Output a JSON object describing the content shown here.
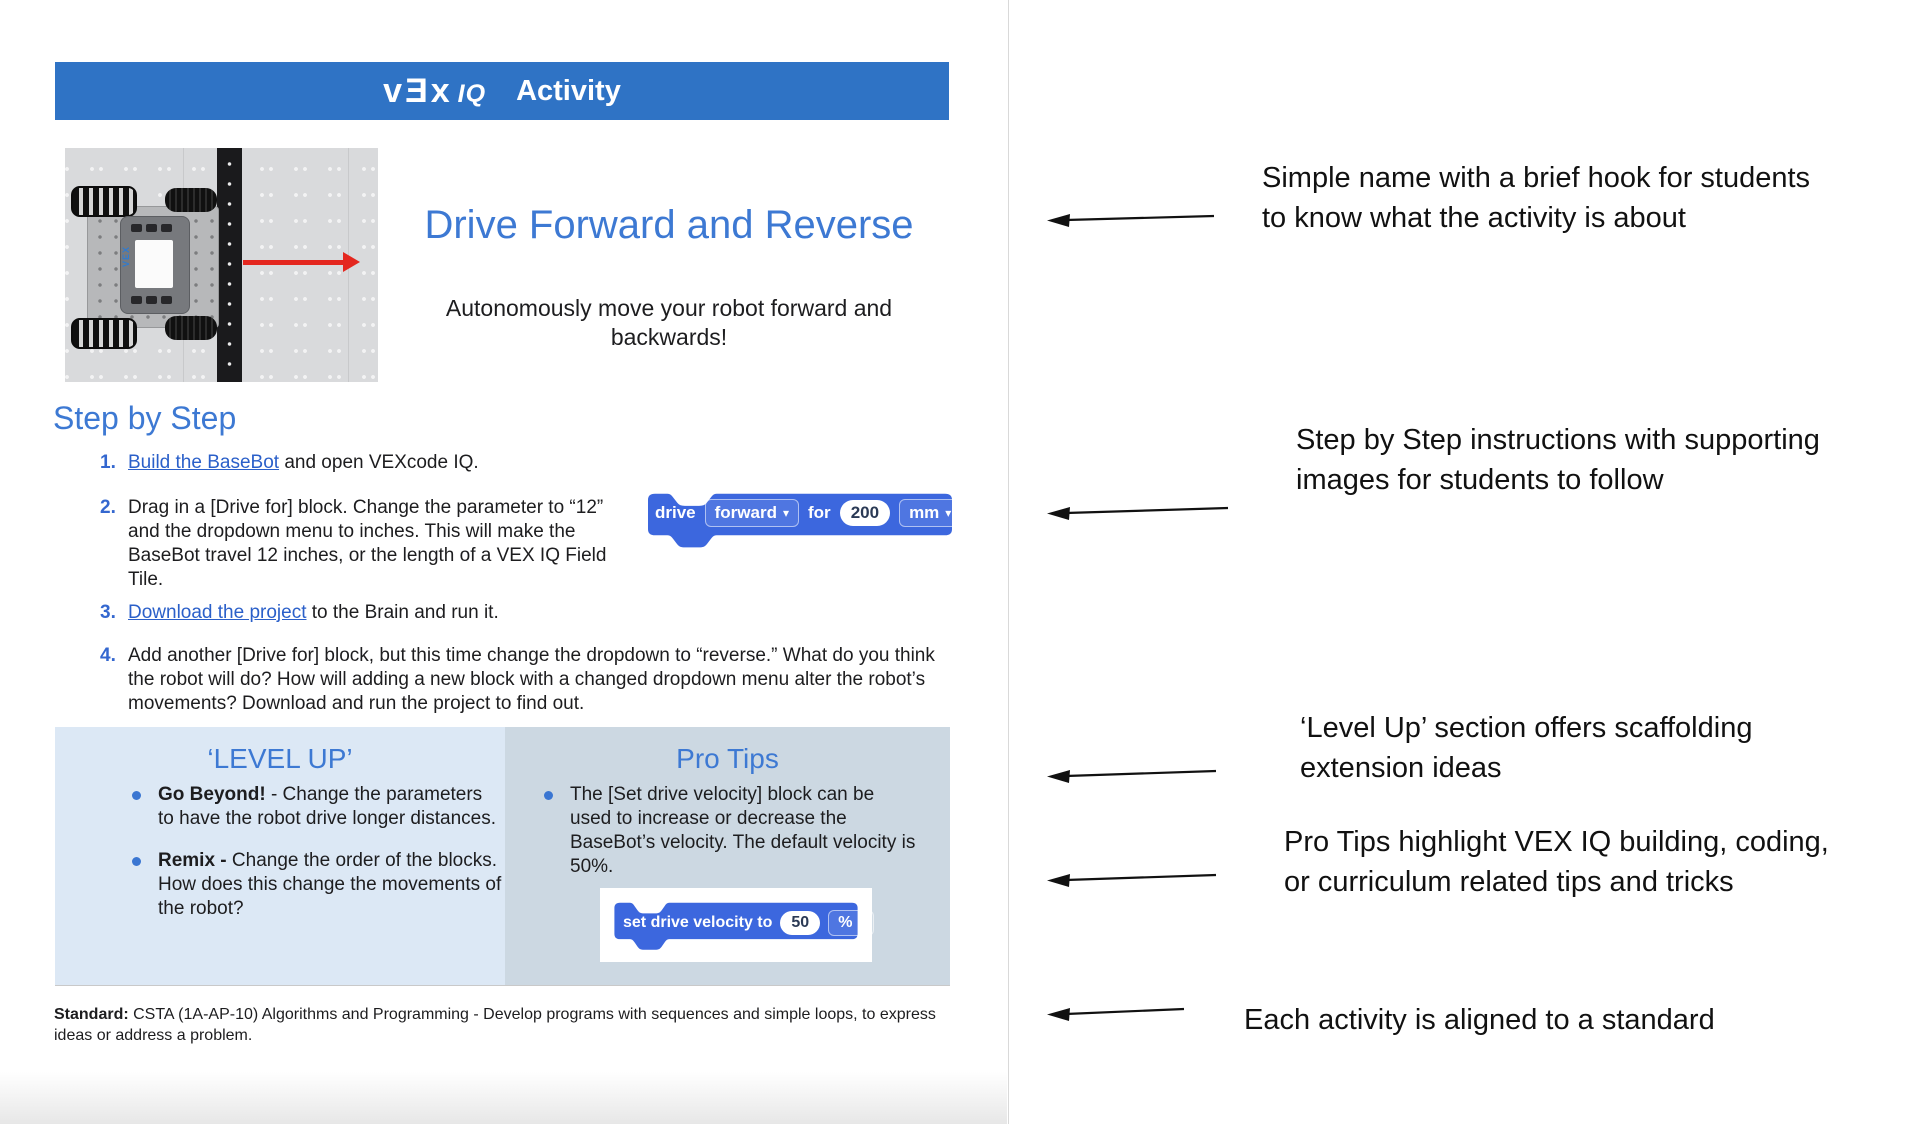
{
  "page": {
    "banner": {
      "logo_vex": "vƎx",
      "logo_iq": "IQ",
      "label": "Activity"
    },
    "hero": {
      "title": "Drive Forward and Reverse",
      "subtitle": "Autonomously move your robot forward and backwards!",
      "brain_label": "VEX"
    },
    "steps": {
      "heading": "Step by Step",
      "items": [
        {
          "num": "1.",
          "link": "Build the BaseBot",
          "text": " and open VEXcode IQ."
        },
        {
          "num": "2.",
          "link": "",
          "text": "Drag in a [Drive for] block. Change the parameter to “12” and the dropdown menu to inches. This will make the BaseBot travel 12 inches, or the length of a VEX IQ Field Tile."
        },
        {
          "num": "3.",
          "link": "Download the project",
          "text": " to the Brain and run it."
        },
        {
          "num": "4.",
          "link": "",
          "text": "Add another [Drive for] block, but this time change the dropdown to “reverse.” What do you think the robot will do? How will adding a new block with a changed dropdown menu alter the robot’s movements? Download and run the project to find out."
        }
      ]
    },
    "drive_block": {
      "label_drive": "drive",
      "direction": "forward",
      "label_for": "for",
      "distance": "200",
      "unit": "mm",
      "caret": "▾",
      "play": "▶"
    },
    "level_up": {
      "title": "‘LEVEL UP’",
      "bullets": [
        {
          "lead": "Go Beyond!",
          "text": " - Change the parameters to have the robot drive longer distances."
        },
        {
          "lead": "Remix -",
          "text": " Change the order of the blocks. How does this change the movements of the robot?"
        }
      ]
    },
    "pro_tips": {
      "title": "Pro Tips",
      "bullet": "The [Set drive velocity] block can be used to increase or decrease the BaseBot’s velocity. The default velocity is 50%.",
      "velocity_block": {
        "label": "set drive velocity to",
        "value": "50",
        "unit": "%",
        "caret": "▾"
      }
    },
    "standard": {
      "lead": "Standard:",
      "text": " CSTA (1A-AP-10) Algorithms and Programming - Develop programs with sequences and simple loops, to express ideas or address a problem."
    }
  },
  "annotations": [
    {
      "text": "Simple name with a brief hook for students to know what the activity is about"
    },
    {
      "text": "Step by Step instructions with supporting images for students to follow"
    },
    {
      "text": "‘Level Up’ section offers scaffolding extension ideas"
    },
    {
      "text": "Pro Tips highlight VEX IQ building, coding, or curriculum related tips and tricks"
    },
    {
      "text": "Each activity is aligned to a standard"
    }
  ],
  "colors": {
    "banner_blue": "#2f73c5",
    "heading_blue": "#3d79d3",
    "link_blue": "#2a5fc9",
    "block_blue": "#3c67de",
    "level_up_bg": "#dce8f5",
    "pro_tips_bg": "#ccd8e2",
    "arrow_red": "#e4271f",
    "bullet_blue": "#3a76d2"
  }
}
